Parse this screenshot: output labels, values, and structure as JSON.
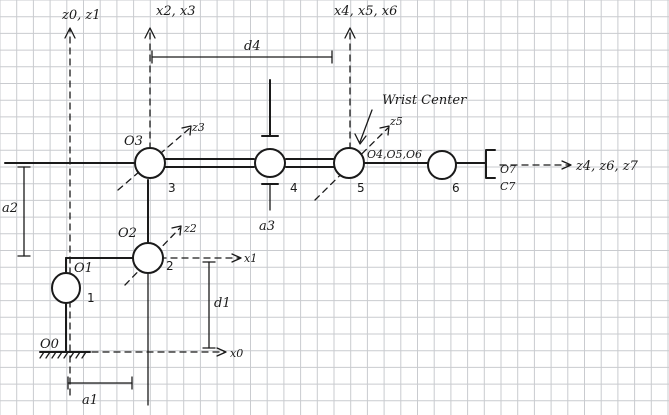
{
  "diagram": {
    "axis_labels": {
      "z0_z1": "z0, z1",
      "x2_x3": "x2, x3",
      "x4_x5_x6": "x4, x5, x6",
      "x1": "x1",
      "x0": "x0",
      "z2": "z2",
      "z3": "z3",
      "z5": "z5",
      "z4_z6_z7": "z4, z6, z7"
    },
    "frame_labels": {
      "o0": "O0",
      "o1": "O1",
      "o2": "O2",
      "o3": "O3",
      "o456": "O4,O5,O6",
      "o7": "O7",
      "c7": "C7"
    },
    "joint_numbers": [
      "1",
      "2",
      "3",
      "4",
      "5",
      "6"
    ],
    "dimensions": {
      "a1": "a1",
      "a2": "a2",
      "a3": "a3",
      "d1": "d1",
      "d4": "d4"
    },
    "annotation": "Wrist Center"
  }
}
